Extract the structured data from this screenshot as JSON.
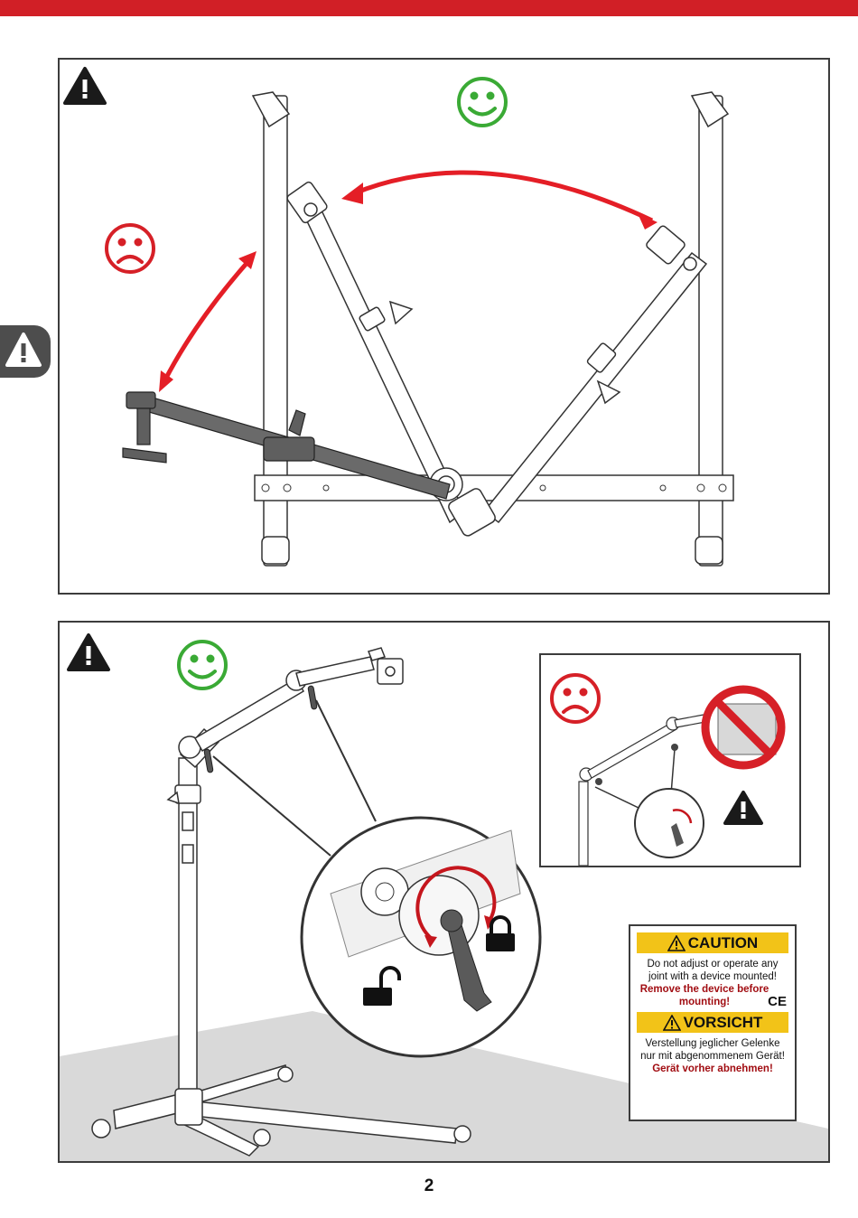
{
  "icons": {
    "warning": "warning-triangle-icon",
    "happy": "happy-face-icon",
    "sad": "sad-face-icon",
    "prohibited": "prohibited-sign-icon",
    "lock": "padlock-closed-icon",
    "unlock": "padlock-open-icon"
  },
  "colors": {
    "brand_red": "#d11f26",
    "ok_green": "#3aaa35",
    "bad_red": "#d62027",
    "caution_yellow": "#f2c318",
    "arm_gray": "#5f5f5f"
  },
  "caution_label": {
    "caution_heading": "CAUTION",
    "caution_text": "Do not adjust or operate any joint with a device mounted!",
    "caution_warning": "Remove the device before mounting!",
    "ce_mark": "CE",
    "vorsicht_heading": "VORSICHT",
    "vorsicht_text": "Verstellung jeglicher Gelenke nur mit abgenommenem Gerät!",
    "vorsicht_warning": "Gerät vorher abnehmen!"
  },
  "page_number": "2"
}
